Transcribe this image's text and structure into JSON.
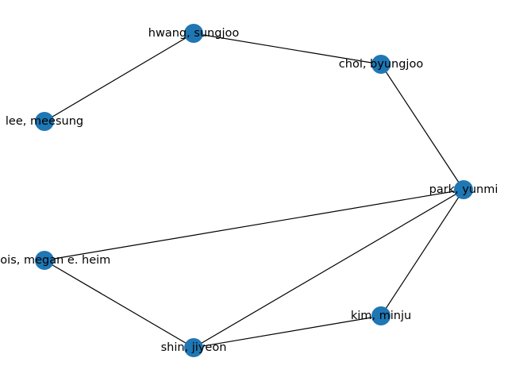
{
  "graph": {
    "node_color": "#1f77b4",
    "edge_color": "#000000",
    "nodes": [
      {
        "id": "hwang",
        "label": "hwang, sungjoo"
      },
      {
        "id": "choi",
        "label": "choi, byungjoo"
      },
      {
        "id": "lee",
        "label": "lee, meesung"
      },
      {
        "id": "park",
        "label": "park, yunmi"
      },
      {
        "id": "dubois",
        "label": "dubois, megan e. heim"
      },
      {
        "id": "kim",
        "label": "kim, minju"
      },
      {
        "id": "shin",
        "label": "shin, jiyeon"
      }
    ],
    "edges": [
      [
        "hwang",
        "choi"
      ],
      [
        "hwang",
        "lee"
      ],
      [
        "choi",
        "park"
      ],
      [
        "park",
        "dubois"
      ],
      [
        "park",
        "shin"
      ],
      [
        "park",
        "kim"
      ],
      [
        "dubois",
        "shin"
      ],
      [
        "shin",
        "kim"
      ]
    ]
  }
}
